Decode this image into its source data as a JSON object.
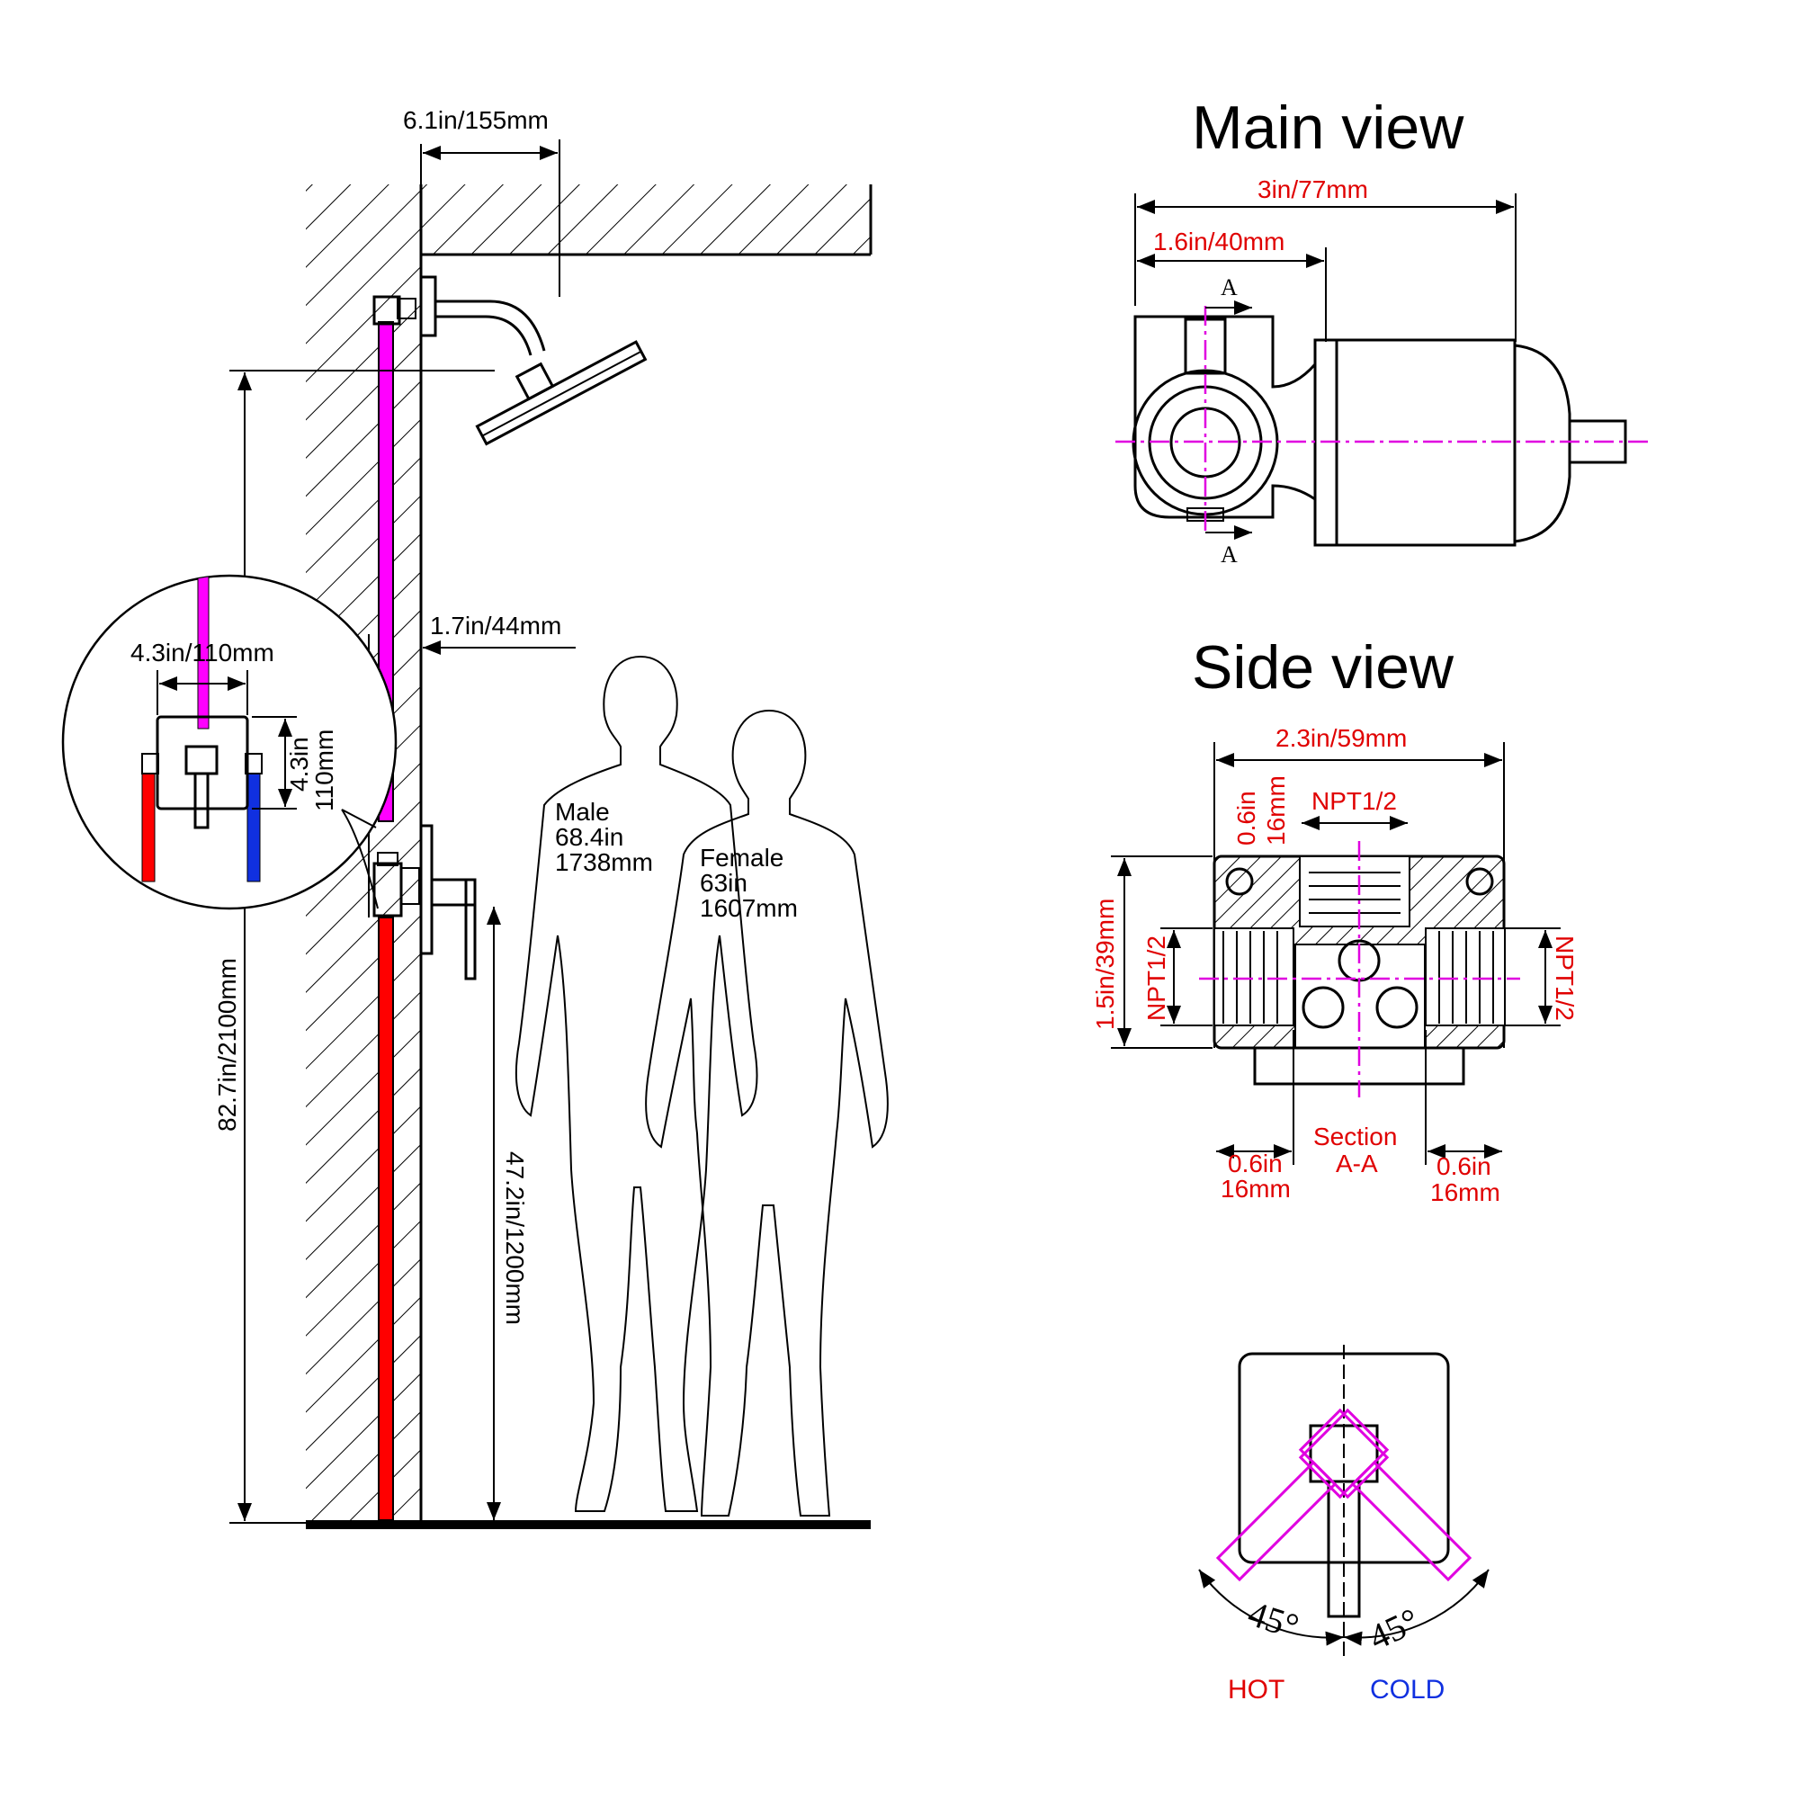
{
  "wall_diagram": {
    "arm_length": "6.1in/155mm",
    "mount_height": "82.7in/2100mm",
    "valve_depth": "1.7in/44mm",
    "valve_height": "47.2in/1200mm",
    "detail_plate_width": "4.3in/110mm",
    "detail_plate_height_in": "4.3in",
    "detail_plate_height_mm": "110mm",
    "male": {
      "label": "Male",
      "height_in": "68.4in",
      "height_mm": "1738mm"
    },
    "female": {
      "label": "Female",
      "height_in": "63in",
      "height_mm": "1607mm"
    },
    "pipe_colors": {
      "shower": "#ff00ff",
      "hot": "#ff0000",
      "cold": "#1030e0"
    }
  },
  "main_view": {
    "title": "Main view",
    "overall_width": "3in/77mm",
    "inlet_offset": "1.6in/40mm",
    "section_mark_top": "A",
    "section_mark_bottom": "A"
  },
  "side_view": {
    "title": "Side view",
    "width": "2.3in/59mm",
    "top_thread": "NPT1/2",
    "top_wall_in": "0.6in",
    "top_wall_mm": "16mm",
    "height": "1.5in/39mm",
    "left_thread": "NPT1/2",
    "right_thread": "NPT1/2",
    "section_label": "Section",
    "section_name": "A-A",
    "left_wall_in": "0.6in",
    "left_wall_mm": "16mm",
    "right_wall_in": "0.6in",
    "right_wall_mm": "16mm"
  },
  "handle_view": {
    "left_angle": "45°",
    "right_angle": "45°",
    "hot_label": "HOT",
    "cold_label": "COLD",
    "hot_color": "#e00000",
    "cold_color": "#1030e0",
    "rotation_color": "#e000e0"
  },
  "dimension_color": "#e00000"
}
